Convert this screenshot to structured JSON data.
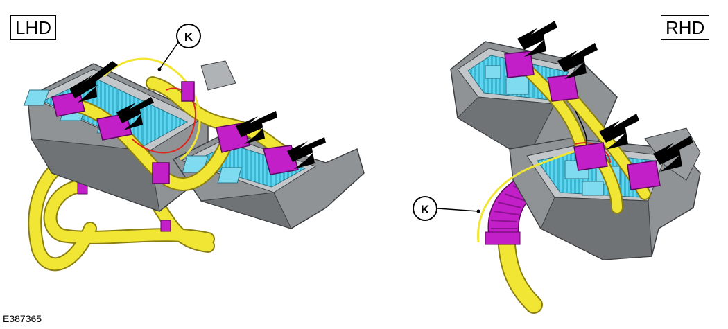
{
  "labels": {
    "left_variant": "LHD",
    "right_variant": "RHD",
    "callout_left": "K",
    "callout_right": "K",
    "figure_id": "E387365"
  },
  "colors": {
    "harness_yellow": "#f2e635",
    "connector_magenta": "#c21fc8",
    "relay_cyan": "#5fd4ec",
    "housing_gray": "#8f9396",
    "housing_light": "#c4c7c9",
    "wire_red": "#e0251b",
    "arrow_black": "#000000"
  },
  "icons": [
    "arrow-icon",
    "callout-circle-icon"
  ]
}
